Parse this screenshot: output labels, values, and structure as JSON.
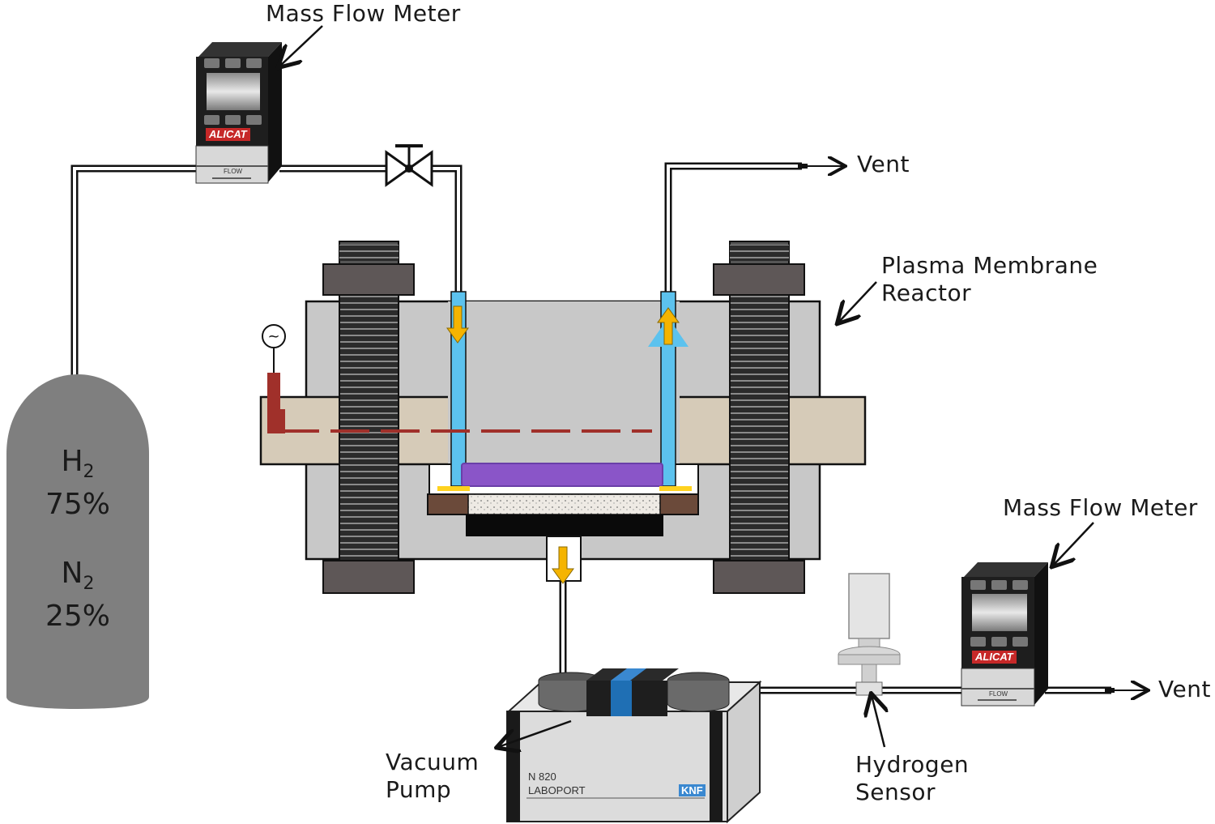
{
  "labels": {
    "mfm_top": "Mass Flow Meter",
    "mfm_bottom": "Mass Flow Meter",
    "vent_top": "Vent",
    "vent_bottom": "Vent",
    "reactor_line1": "Plasma Membrane",
    "reactor_line2": "Reactor",
    "pump_line1": "Vacuum",
    "pump_line2": "Pump",
    "sensor_line1": "Hydrogen",
    "sensor_line2": "Sensor"
  },
  "tank": {
    "gas1_symbol": "H",
    "gas1_sub": "2",
    "gas1_pct": "75%",
    "gas2_symbol": "N",
    "gas2_sub": "2",
    "gas2_pct": "25%"
  },
  "devices": {
    "mfm_brand": "ALICAT",
    "mfm_flow_text": "FLOW",
    "pump_model": "N 820",
    "pump_name": "LABOPORT",
    "pump_brand": "KNF"
  },
  "colors": {
    "tank": "#7f7f7f",
    "reactor_body": "#c8c8c8",
    "tube": "#d6cbb8",
    "electrode": "#a0302a",
    "gas_channel": "#5cc2ee",
    "arrow": "#f5b400",
    "membrane": "#8a55c8",
    "mfm_body": "#1e1e1e",
    "pump_accent": "#1f6fb4"
  }
}
